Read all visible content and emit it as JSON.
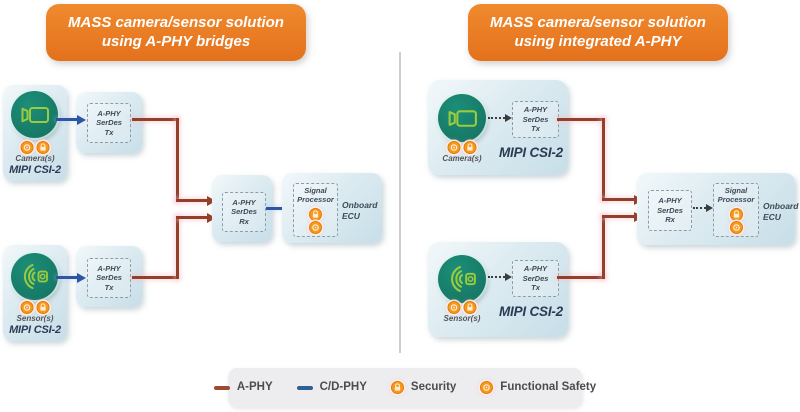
{
  "headers": {
    "left": {
      "line1": "MASS camera/sensor solution",
      "line2": "using A-PHY bridges"
    },
    "right": {
      "line1": "MASS camera/sensor solution",
      "line2": "using integrated A-PHY"
    }
  },
  "nodes": {
    "camera_label": "Camera(s)",
    "sensor_label": "Sensor(s)",
    "mipi": "MIPI CSI-2"
  },
  "boxes": {
    "tx": {
      "l1": "A-PHY",
      "l2": "SerDes",
      "l3": "Tx"
    },
    "rx": {
      "l1": "A-PHY",
      "l2": "SerDes",
      "l3": "Rx"
    },
    "sp": {
      "l1": "Signal",
      "l2": "Processor"
    },
    "ecu": {
      "l1": "Onboard",
      "l2": "ECU"
    }
  },
  "icons": {
    "camera": "video-camera-icon",
    "sensor": "radar-waves-icon",
    "security": "padlock-icon",
    "functional_safety": "concentric-ring-icon"
  },
  "legend": {
    "items": [
      {
        "type": "line",
        "color": "#9E4A33",
        "label": "A-PHY"
      },
      {
        "type": "line",
        "color": "#2E5F95",
        "label": "C/D-PHY"
      },
      {
        "type": "icon",
        "icon": "padlock-icon",
        "label": "Security"
      },
      {
        "type": "icon",
        "icon": "concentric-ring-icon",
        "label": "Functional Safety"
      }
    ]
  },
  "colors": {
    "header_orange": "#E8791F",
    "card_blue": "#D8E9F0",
    "teal_circle": "#16806D",
    "icon_lime": "#9CCB3B",
    "aphy_red": "#93402A",
    "cdphy_blue": "#2C56A4",
    "badge_orange": "#F8981D"
  }
}
